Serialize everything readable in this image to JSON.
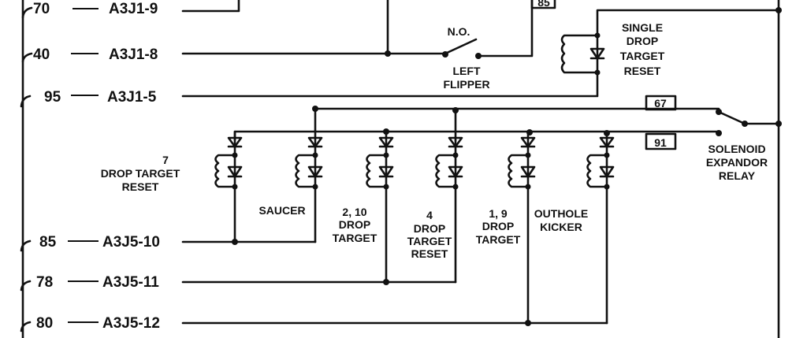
{
  "wires": [
    {
      "number": "70",
      "connector": "A3J1-9"
    },
    {
      "number": "40",
      "connector": "A3J1-8"
    },
    {
      "number": "95",
      "connector": "A3J1-5"
    },
    {
      "number": "85",
      "connector": "A3J5-10"
    },
    {
      "number": "78",
      "connector": "A3J5-11"
    },
    {
      "number": "80",
      "connector": "A3J5-12"
    }
  ],
  "boxes": {
    "top": "85",
    "bus_upper": "67",
    "bus_lower": "91"
  },
  "switch": {
    "type": "N.O.",
    "name_line1": "LEFT",
    "name_line2": "FLIPPER"
  },
  "single_drop": [
    "SINGLE",
    "DROP",
    "TARGET",
    "RESET"
  ],
  "relay": [
    "SOLENOID",
    "EXPANDOR",
    "RELAY"
  ],
  "coils": [
    {
      "lines": [
        "7",
        "DROP TARGET",
        "RESET"
      ]
    },
    {
      "lines": [
        "SAUCER"
      ]
    },
    {
      "lines": [
        "2, 10",
        "DROP",
        "TARGET"
      ]
    },
    {
      "lines": [
        "4",
        "DROP",
        "TARGET",
        "RESET"
      ]
    },
    {
      "lines": [
        "1, 9",
        "DROP",
        "TARGET"
      ]
    },
    {
      "lines": [
        "OUTHOLE",
        "KICKER"
      ]
    }
  ]
}
